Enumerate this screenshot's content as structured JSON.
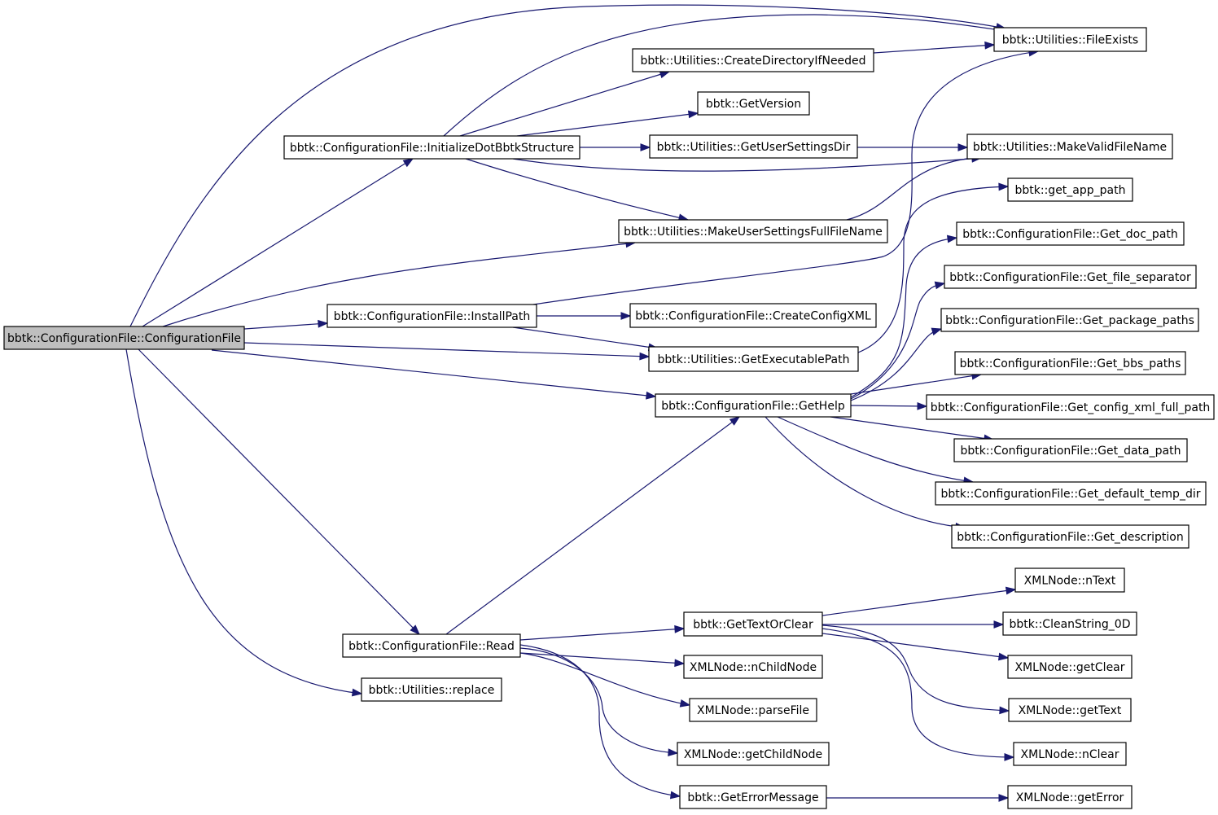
{
  "nodes": [
    {
      "id": "cf",
      "label": "bbtk::ConfigurationFile::ConfigurationFile",
      "root": true
    },
    {
      "id": "init",
      "label": "bbtk::ConfigurationFile::InitializeDotBbtkStructure"
    },
    {
      "id": "mkuser",
      "label": "bbtk::Utilities::MakeUserSettingsFullFileName"
    },
    {
      "id": "inst",
      "label": "bbtk::ConfigurationFile::InstallPath"
    },
    {
      "id": "exec",
      "label": "bbtk::Utilities::GetExecutablePath"
    },
    {
      "id": "help",
      "label": "bbtk::ConfigurationFile::GetHelp"
    },
    {
      "id": "read",
      "label": "bbtk::ConfigurationFile::Read"
    },
    {
      "id": "repl",
      "label": "bbtk::Utilities::replace"
    },
    {
      "id": "fexists",
      "label": "bbtk::Utilities::FileExists"
    },
    {
      "id": "cdir",
      "label": "bbtk::Utilities::CreateDirectoryIfNeeded"
    },
    {
      "id": "ver",
      "label": "bbtk::GetVersion"
    },
    {
      "id": "usdir",
      "label": "bbtk::Utilities::GetUserSettingsDir"
    },
    {
      "id": "mkvalid",
      "label": "bbtk::Utilities::MakeValidFileName"
    },
    {
      "id": "apppath",
      "label": "bbtk::get_app_path"
    },
    {
      "id": "docpath",
      "label": "bbtk::ConfigurationFile::Get_doc_path"
    },
    {
      "id": "fsep",
      "label": "bbtk::ConfigurationFile::Get_file_separator"
    },
    {
      "id": "pkgp",
      "label": "bbtk::ConfigurationFile::Get_package_paths"
    },
    {
      "id": "bbsp",
      "label": "bbtk::ConfigurationFile::Get_bbs_paths"
    },
    {
      "id": "cfgxml",
      "label": "bbtk::ConfigurationFile::Get_config_xml_full_path"
    },
    {
      "id": "datap",
      "label": "bbtk::ConfigurationFile::Get_data_path"
    },
    {
      "id": "tmpd",
      "label": "bbtk::ConfigurationFile::Get_default_temp_dir"
    },
    {
      "id": "desc",
      "label": "bbtk::ConfigurationFile::Get_description"
    },
    {
      "id": "ccxml",
      "label": "bbtk::ConfigurationFile::CreateConfigXML"
    },
    {
      "id": "gtoc",
      "label": "bbtk::GetTextOrClear"
    },
    {
      "id": "nchild",
      "label": "XMLNode::nChildNode"
    },
    {
      "id": "parse",
      "label": "XMLNode::parseFile"
    },
    {
      "id": "gchild",
      "label": "XMLNode::getChildNode"
    },
    {
      "id": "gerrm",
      "label": "bbtk::GetErrorMessage"
    },
    {
      "id": "ntext",
      "label": "XMLNode::nText"
    },
    {
      "id": "clean",
      "label": "bbtk::CleanString_0D"
    },
    {
      "id": "gclear",
      "label": "XMLNode::getClear"
    },
    {
      "id": "gtext",
      "label": "XMLNode::getText"
    },
    {
      "id": "nclear",
      "label": "XMLNode::nClear"
    },
    {
      "id": "gerror",
      "label": "XMLNode::getError"
    }
  ],
  "edges": [
    [
      "cf",
      "init"
    ],
    [
      "cf",
      "fexists"
    ],
    [
      "cf",
      "mkuser"
    ],
    [
      "cf",
      "inst"
    ],
    [
      "cf",
      "exec"
    ],
    [
      "cf",
      "help"
    ],
    [
      "cf",
      "read"
    ],
    [
      "cf",
      "repl"
    ],
    [
      "init",
      "fexists"
    ],
    [
      "init",
      "cdir"
    ],
    [
      "init",
      "ver"
    ],
    [
      "init",
      "usdir"
    ],
    [
      "init",
      "mkvalid"
    ],
    [
      "init",
      "mkuser"
    ],
    [
      "cdir",
      "fexists"
    ],
    [
      "usdir",
      "mkvalid"
    ],
    [
      "mkuser",
      "mkvalid"
    ],
    [
      "inst",
      "fexists"
    ],
    [
      "inst",
      "ccxml"
    ],
    [
      "inst",
      "exec"
    ],
    [
      "exec",
      "apppath"
    ],
    [
      "help",
      "docpath"
    ],
    [
      "help",
      "fsep"
    ],
    [
      "help",
      "pkgp"
    ],
    [
      "help",
      "bbsp"
    ],
    [
      "help",
      "cfgxml"
    ],
    [
      "help",
      "datap"
    ],
    [
      "help",
      "tmpd"
    ],
    [
      "help",
      "desc"
    ],
    [
      "read",
      "help"
    ],
    [
      "read",
      "gtoc"
    ],
    [
      "read",
      "nchild"
    ],
    [
      "read",
      "parse"
    ],
    [
      "read",
      "gchild"
    ],
    [
      "read",
      "gerrm"
    ],
    [
      "gtoc",
      "ntext"
    ],
    [
      "gtoc",
      "clean"
    ],
    [
      "gtoc",
      "gclear"
    ],
    [
      "gtoc",
      "gtext"
    ],
    [
      "gtoc",
      "nclear"
    ],
    [
      "gerrm",
      "gerror"
    ]
  ]
}
